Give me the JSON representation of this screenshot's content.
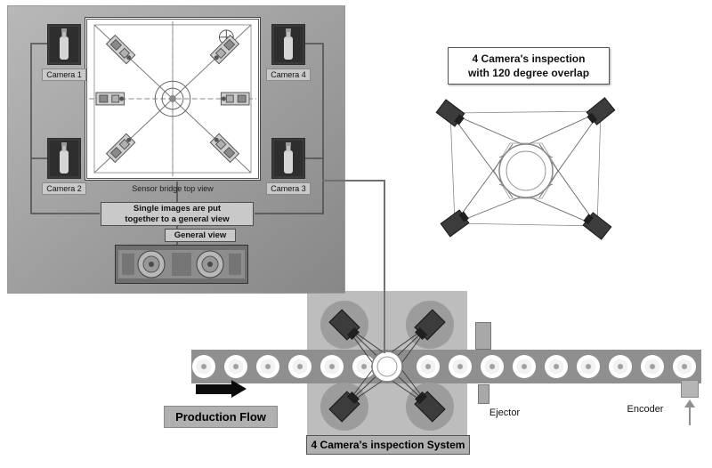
{
  "sensor_bridge": {
    "cameras": [
      "Camera 1",
      "Camera 2",
      "Camera 3",
      "Camera 4"
    ],
    "top_view_caption": "Sensor bridge top view",
    "stitch_note_line1": "Single images are put",
    "stitch_note_line2": "together to a general view",
    "general_view_label": "General view"
  },
  "overlap_box": {
    "line1": "4 Camera's inspection",
    "line2": "with 120 degree overlap"
  },
  "production": {
    "flow_label": "Production Flow",
    "ejector_label": "Ejector",
    "encoder_label": "Encoder",
    "system_label": "4 Camera's inspection System"
  },
  "icons": {
    "camera": "camera-icon",
    "bottle_photo": "bottle-photo-icon",
    "flow_arrow": "production-flow-arrow-icon",
    "encoder_arrow": "encoder-arrow-icon"
  },
  "colors": {
    "panel_gray": "#a0a0a0",
    "conveyor_gray": "#8f8f8f",
    "zone_gray": "#bdbdbd",
    "camera_dark": "#3c3c3c",
    "label_chip_gray": "#c9c9c9",
    "label_box_gray": "#b0b0b0"
  }
}
